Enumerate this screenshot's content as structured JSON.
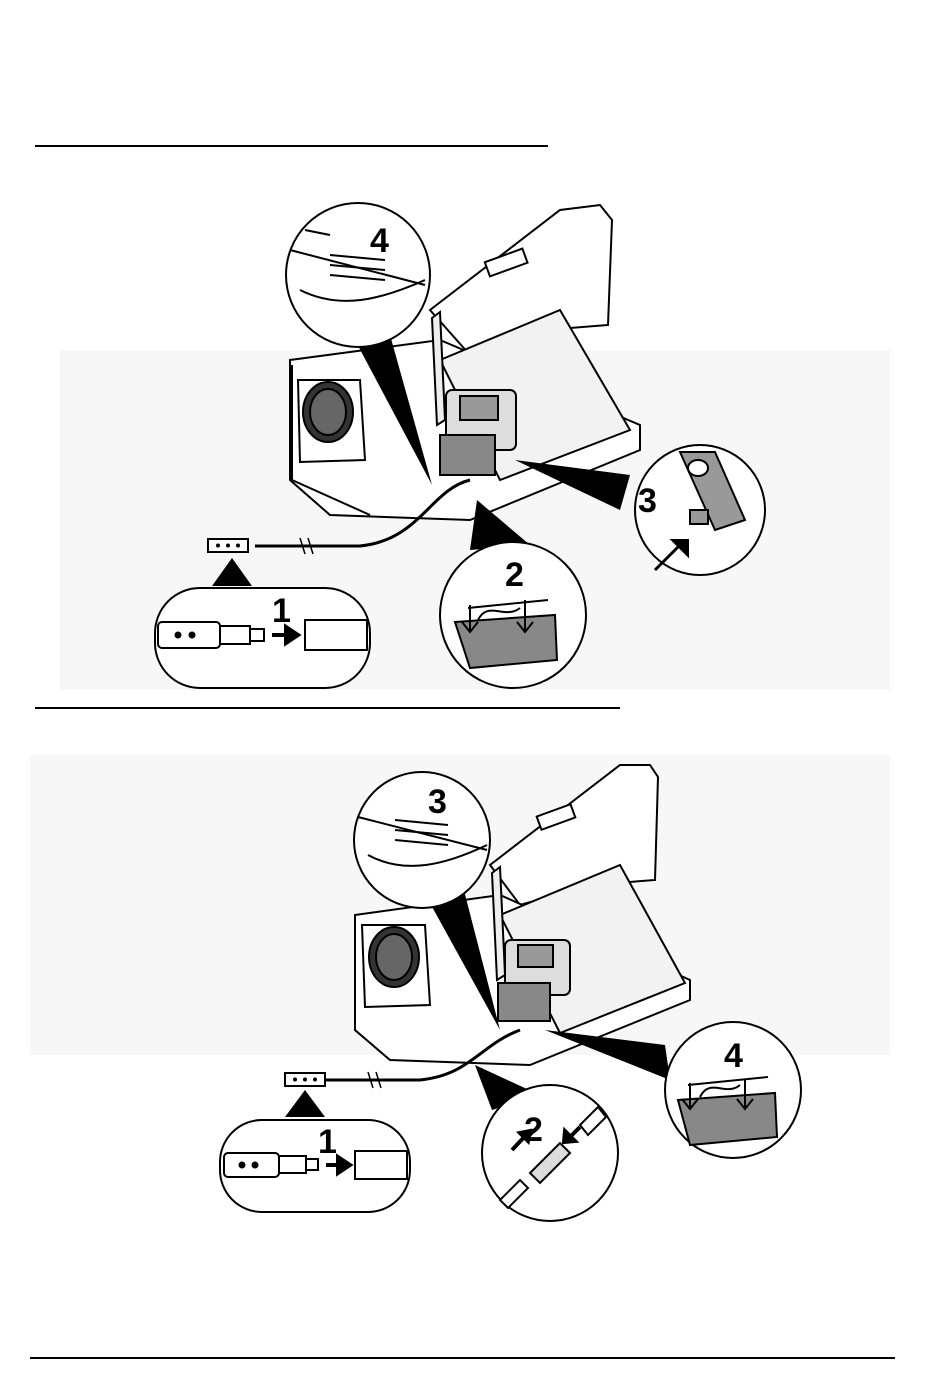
{
  "figure_1": {
    "callouts": [
      "1",
      "2",
      "3",
      "4"
    ]
  },
  "figure_2": {
    "callouts": [
      "1",
      "2",
      "3",
      "4"
    ]
  },
  "icons": {
    "figure_1": [
      "analyzer-cabinet-icon",
      "tubing-connector-icon",
      "cable-clamp-icon",
      "mounting-knob-icon",
      "cable-channel-icon"
    ],
    "figure_2": [
      "analyzer-cabinet-icon",
      "tubing-connector-icon",
      "tubing-union-icon",
      "cable-channel-icon",
      "cable-clamp-icon"
    ]
  }
}
